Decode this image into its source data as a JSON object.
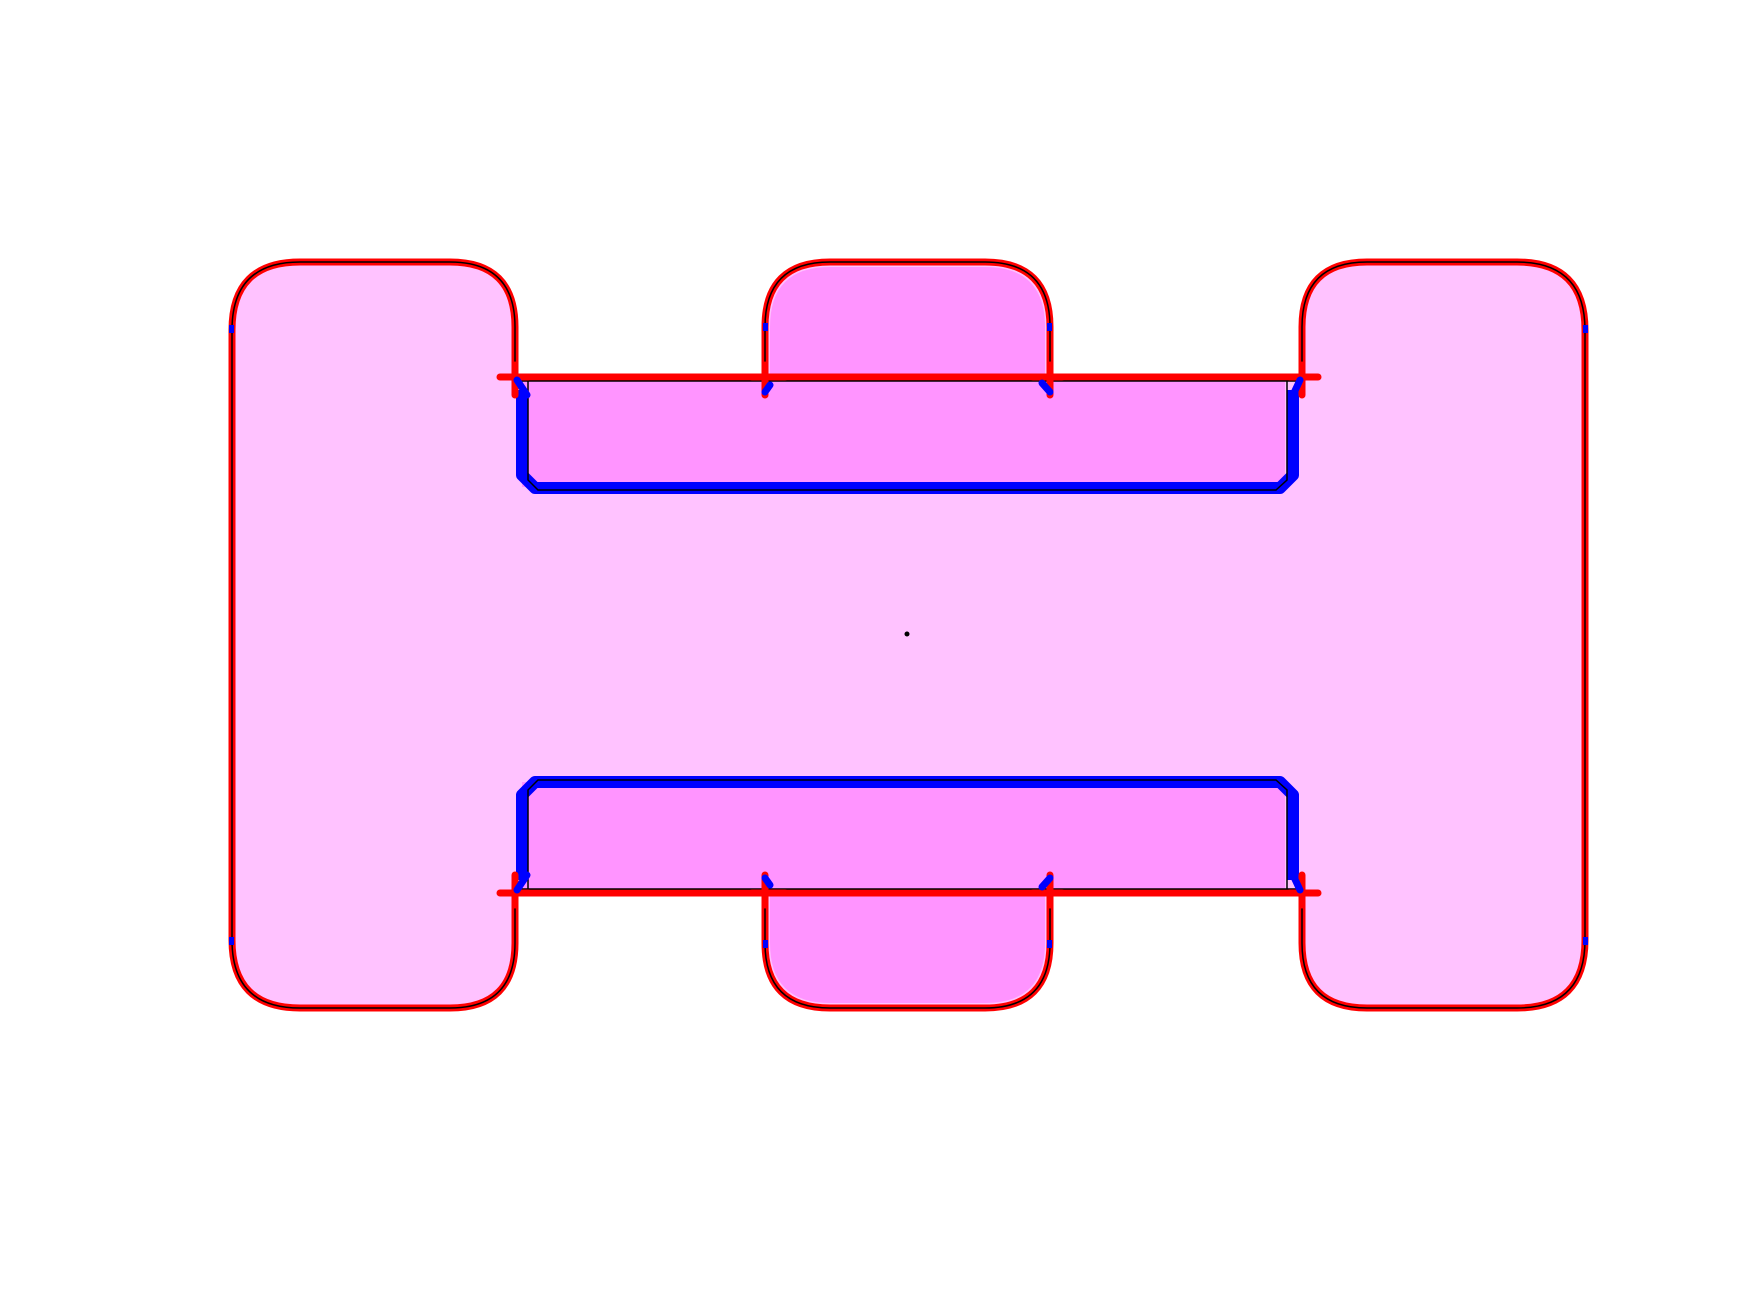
{
  "diagram": {
    "regions": [
      {
        "id": "outer",
        "fill": "#ffc2ff"
      },
      {
        "id": "cavity-top",
        "fill": "#ff94ff"
      },
      {
        "id": "cavity-bottom",
        "fill": "#ff94ff"
      }
    ],
    "colors": {
      "background": "#ffffff",
      "outer_fill": "#ffc2ff",
      "inner_fill": "#ff94ff",
      "boundary_red": "#ff0000",
      "boundary_blue": "#0000ff",
      "outline": "#000000",
      "center_point": "#000000"
    },
    "markers": [
      "center-point"
    ]
  }
}
